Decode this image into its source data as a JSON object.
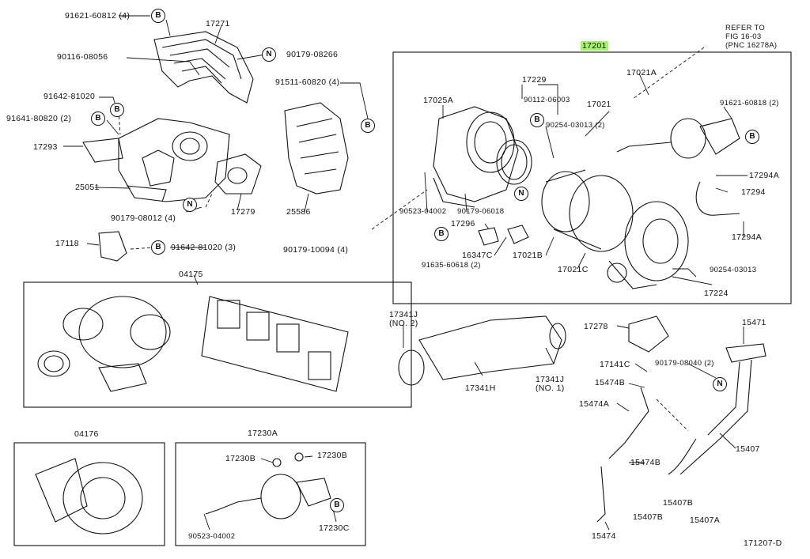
{
  "diagram_id": "171207-D",
  "highlight_part": "17201",
  "refer": {
    "line1": "REFER TO",
    "line2": "FIG 16-03",
    "line3": "(PNC 16278A)"
  },
  "labels": {
    "p91621_60812": "91621-60812 (4)",
    "p17271": "17271",
    "p90116_08056": "90116-08056",
    "p90179_08266": "90179-08266",
    "p91511_60820": "91511-60820 (4)",
    "p91642_81020a": "91642-81020",
    "p91641_80820": "91641-80820 (2)",
    "p17293": "17293",
    "p25051": "25051",
    "p90179_08012": "90179-08012 (4)",
    "p17279": "17279",
    "p25586": "25586",
    "p90179_10094": "90179-10094 (4)",
    "p17118": "17118",
    "p91642_81020b": "91642-81020 (3)",
    "p04175": "04175",
    "p17229": "17229",
    "p17025A": "17025A",
    "p90112_06003": "90112-06003",
    "p17021": "17021",
    "p17021A": "17021A",
    "p91621_60818": "91621-60818 (2)",
    "p90254_03013a": "90254-03013 (2)",
    "p17294A_a": "17294A",
    "p17294": "17294",
    "p17294A_b": "17294A",
    "p90523_04002a": "90523-04002",
    "p90179_06018": "90179-06018",
    "p17296": "17296",
    "p16347C": "16347C",
    "p17021B": "17021B",
    "p91635_60618": "91635-60618 (2)",
    "p17021C": "17021C",
    "p90254_03013b": "90254-03013",
    "p17224": "17224",
    "p17341J_a": "17341J",
    "p17341J_a2": "(NO. 2)",
    "p17341H": "17341H",
    "p17341J_b": "17341J",
    "p17341J_b2": "(NO. 1)",
    "p17278": "17278",
    "p15471": "15471",
    "p17141C": "17141C",
    "p90179_08040": "90179-08040 (2)",
    "p15474B_a": "15474B",
    "p15474A": "15474A",
    "p15474B_b": "15474B",
    "p15407": "15407",
    "p15407B_a": "15407B",
    "p15407B_b": "15407B",
    "p15407A": "15407A",
    "p15474": "15474",
    "p04176": "04176",
    "p17230A": "17230A",
    "p17230B_a": "17230B",
    "p17230B_b": "17230B",
    "p90523_04002b": "90523-04002",
    "p17230C": "17230C"
  },
  "badges": {
    "B": "B",
    "N": "N"
  }
}
